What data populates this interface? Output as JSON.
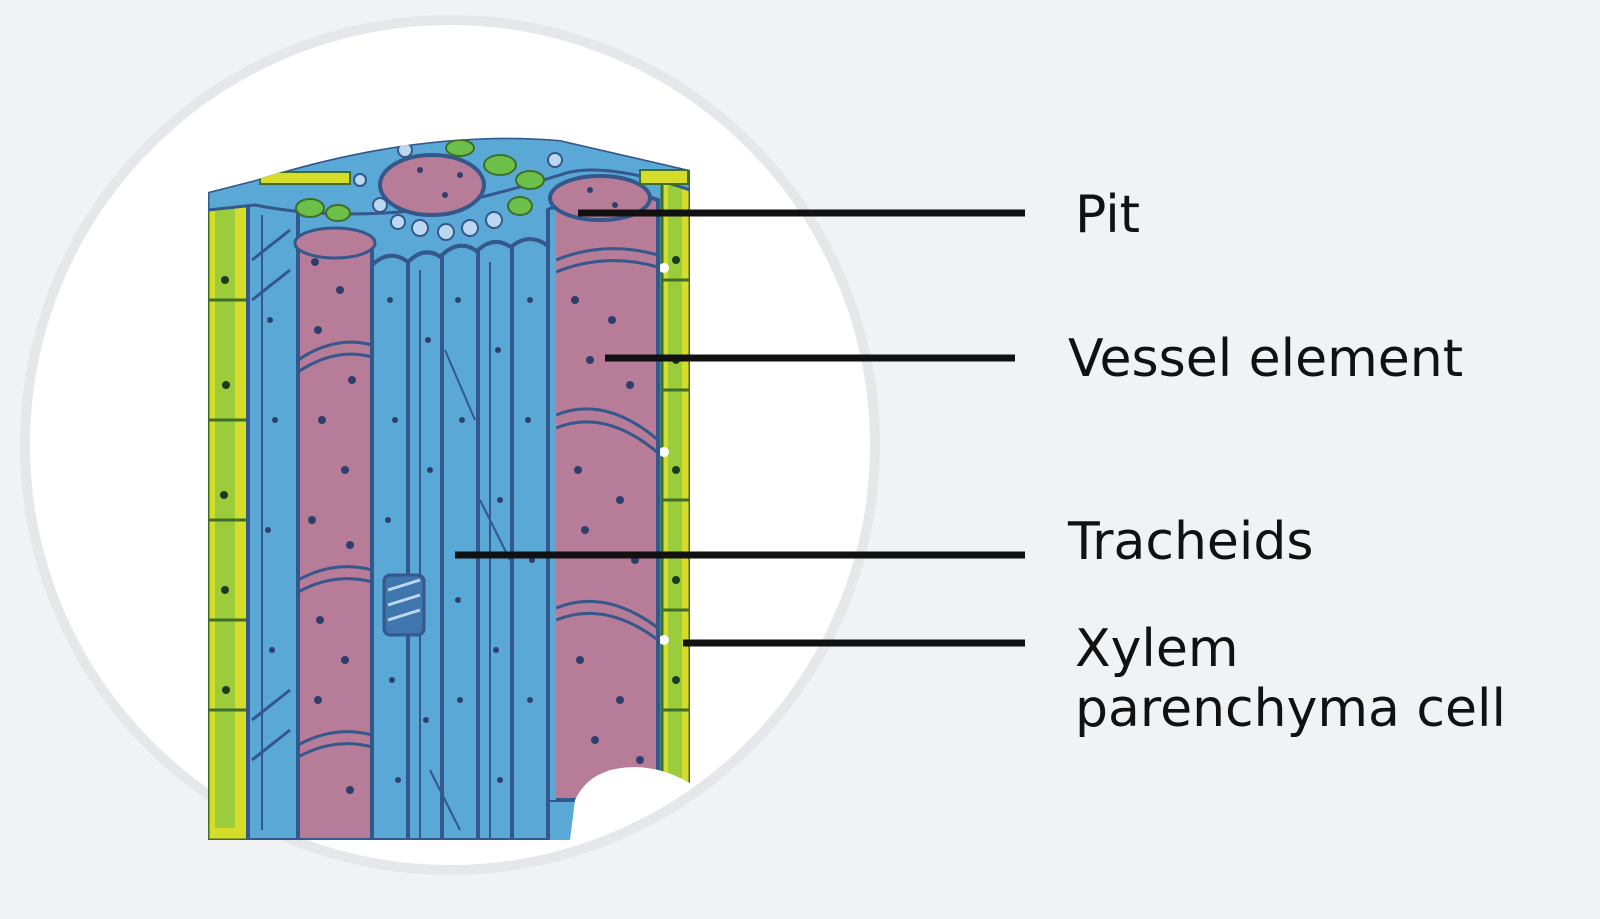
{
  "diagram": {
    "subject": "xylem tissue cutaway",
    "colors": {
      "background": "#f1f2f4",
      "circle_fill": "#ffffff",
      "circle_ring": "#e6e7ea",
      "parenchyma_yellow": "#d6dc2a",
      "parenchyma_green": "#6cc04a",
      "tracheid_blue": "#5aa8d6",
      "tracheid_edge": "#34578c",
      "vessel_pink": "#b77c97",
      "dot": "#2e3f6e",
      "leader_line": "#111111"
    }
  },
  "labels": {
    "pit": "Pit",
    "vessel_element": "Vessel element",
    "tracheids": "Tracheids",
    "xylem_parenchyma_line1": "Xylem",
    "xylem_parenchyma_line2": "parenchyma cell"
  }
}
